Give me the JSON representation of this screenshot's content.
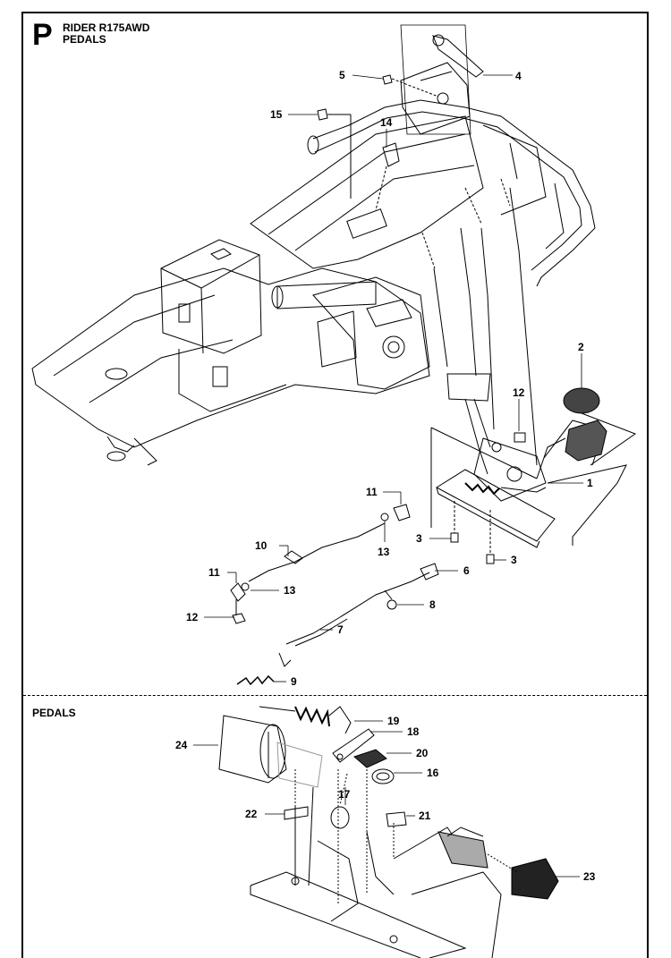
{
  "header": {
    "section_letter": "P",
    "model": "RIDER R175AWD",
    "title": "PEDALS"
  },
  "lower_section": {
    "title": "PEDALS"
  },
  "callouts_upper": [
    {
      "id": "c5",
      "label": "5"
    },
    {
      "id": "c4",
      "label": "4"
    },
    {
      "id": "c15",
      "label": "15"
    },
    {
      "id": "c14",
      "label": "14"
    },
    {
      "id": "c2",
      "label": "2"
    },
    {
      "id": "c12a",
      "label": "12"
    },
    {
      "id": "c1",
      "label": "1"
    },
    {
      "id": "c11a",
      "label": "11"
    },
    {
      "id": "c10",
      "label": "10"
    },
    {
      "id": "c13a",
      "label": "13"
    },
    {
      "id": "c3a",
      "label": "3"
    },
    {
      "id": "c3b",
      "label": "3"
    },
    {
      "id": "c11b",
      "label": "11"
    },
    {
      "id": "c6",
      "label": "6"
    },
    {
      "id": "c13b",
      "label": "13"
    },
    {
      "id": "c8",
      "label": "8"
    },
    {
      "id": "c12b",
      "label": "12"
    },
    {
      "id": "c7",
      "label": "7"
    },
    {
      "id": "c9",
      "label": "9"
    }
  ],
  "callouts_lower": [
    {
      "id": "c19",
      "label": "19"
    },
    {
      "id": "c18",
      "label": "18"
    },
    {
      "id": "c24",
      "label": "24"
    },
    {
      "id": "c20",
      "label": "20"
    },
    {
      "id": "c16",
      "label": "16"
    },
    {
      "id": "c17",
      "label": "17"
    },
    {
      "id": "c22",
      "label": "22"
    },
    {
      "id": "c21",
      "label": "21"
    },
    {
      "id": "c23",
      "label": "23"
    }
  ]
}
